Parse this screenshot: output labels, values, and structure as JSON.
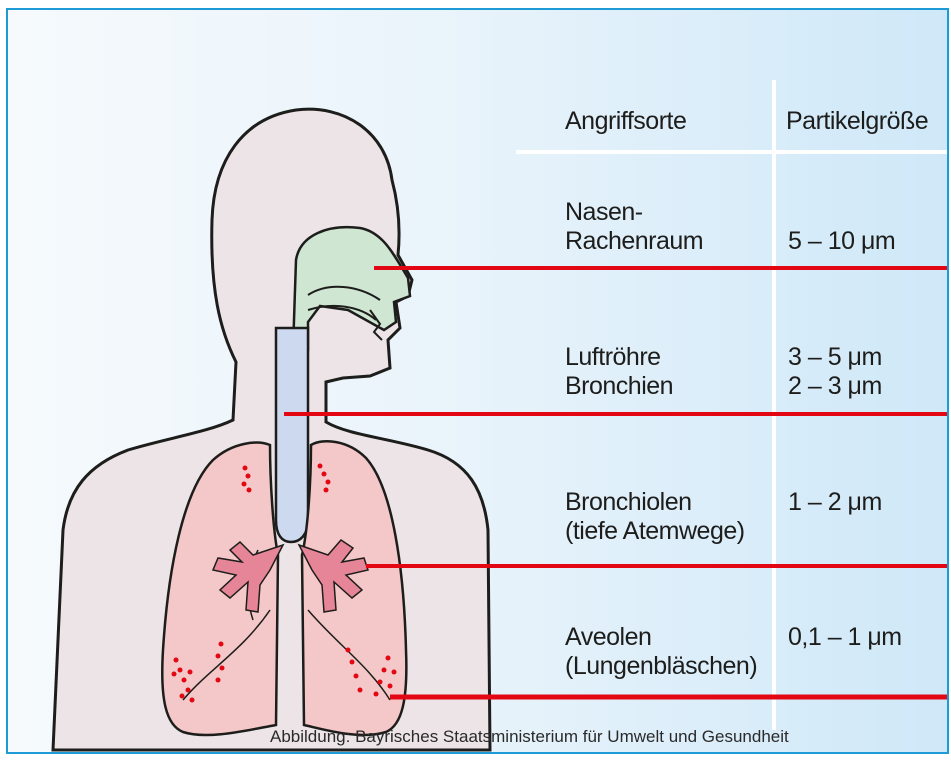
{
  "header": {
    "col1": "Angriffsorte",
    "col2": "Partikelgröße"
  },
  "rows": [
    {
      "site": [
        "Nasen-",
        "Rachenraum"
      ],
      "size": [
        "5 – 10 μm"
      ]
    },
    {
      "site": [
        "Luftröhre",
        "Bronchien"
      ],
      "size": [
        "3 – 5 μm",
        "2 – 3 μm"
      ]
    },
    {
      "site": [
        "Bronchiolen",
        "(tiefe Atemwege)"
      ],
      "size": [
        "1 – 2 μm"
      ]
    },
    {
      "site": [
        "Aveolen",
        "(Lungenbläschen)"
      ],
      "size": [
        "0,1 – 1 μm"
      ]
    }
  ],
  "credit": "Abbildung: Bayrisches Staatsministerium für Umwelt und Gesundheit",
  "colors": {
    "frame_border": "#1e9bd7",
    "indicator_line": "#e30613",
    "skin": "#ece4e7",
    "nasal": "#cfe6d3",
    "trachea": "#cdd9ef",
    "lung": "#f4c8c8",
    "bronchi": "#e58597",
    "particles": "#e30613"
  }
}
